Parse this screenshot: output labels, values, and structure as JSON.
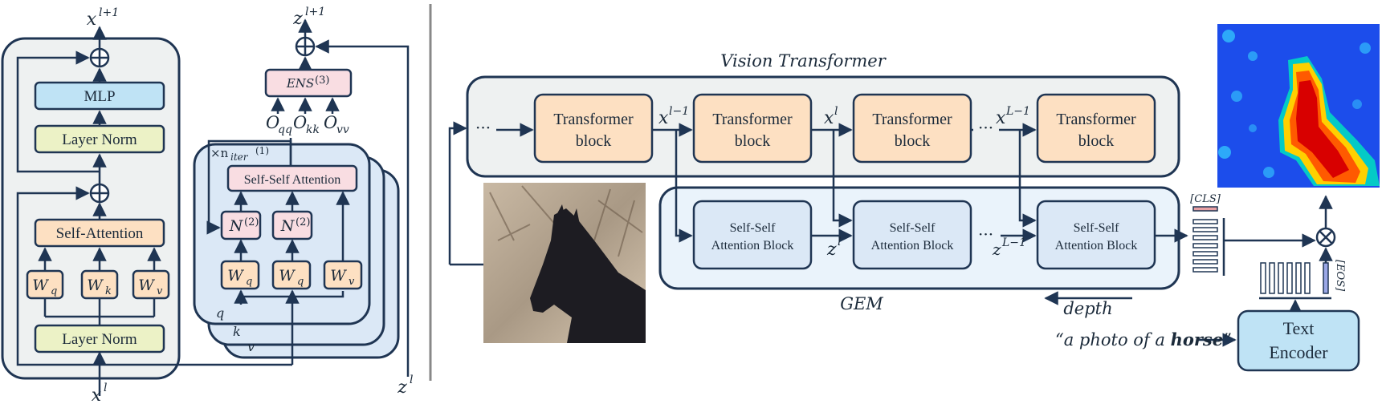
{
  "colors": {
    "stroke": "#1f3553",
    "outer_bg": "#eef1f1",
    "mlp_fill": "#bfe3f5",
    "norm_fill": "#ecf2c6",
    "attn_fill": "#fde0c2",
    "pink_fill": "#f9dde2",
    "pale_blue": "#dbe8f6",
    "gem_bg": "#eaf3fb",
    "text_encoder_fill": "#bfe3f5",
    "cls_token": "#e8a0a4",
    "eos_token": "#9aa7e6",
    "divider": "#888888"
  },
  "left_block": {
    "x_in": "x",
    "x_in_sup": "l",
    "x_out": "x",
    "x_out_sup": "l+1",
    "mlp_label": "MLP",
    "layer_norm_top": "Layer Norm",
    "self_attention_label": "Self-Attention",
    "layer_norm_bottom": "Layer Norm",
    "wq": "W",
    "wq_sub": "q",
    "wk": "W",
    "wk_sub": "k",
    "wv": "W",
    "wv_sub": "v"
  },
  "ssa_block": {
    "z_out": "z",
    "z_out_sup": "l+1",
    "z_in": "z",
    "z_in_sup": "l",
    "ens_label": "ENS",
    "ens_sup": "(3)",
    "oqq": "O",
    "oqq_sub": "qq",
    "okk": "O",
    "okk_sub": "kk",
    "ovv": "O",
    "ovv_sub": "vv",
    "iter_label": "×n",
    "iter_sub": "iter",
    "iter_sup": "(1)",
    "self_self_attention": "Self-Self Attention",
    "n1": "N",
    "n1_sup": "(2)",
    "n2": "N",
    "n2_sup": "(2)",
    "wq1": "W",
    "wq1_sub": "q",
    "wq2": "W",
    "wq2_sub": "q",
    "wv": "W",
    "wv_sub": "v",
    "stack_q": "q",
    "stack_k": "k",
    "stack_v": "v"
  },
  "right": {
    "vision_transformer_title": "Vision Transformer",
    "transformer_block_line1": "Transformer",
    "transformer_block_line2": "block",
    "ellipsis": "···",
    "x_lm1": "x",
    "x_lm1_sup": "l−1",
    "x_l": "x",
    "x_l_sup": "l",
    "x_Lm1": "x",
    "x_Lm1_sup": "L−1",
    "ssa_block_line1": "Self-Self",
    "ssa_block_line2": "Attention Block",
    "z_l": "z",
    "z_l_sup": "l",
    "z_Lm1": "z",
    "z_Lm1_sup": "L−1",
    "gem_label": "GEM",
    "depth_label": "depth",
    "cls_label": "[CLS]",
    "eos_label": "[EOS]",
    "prompt_text_pre": "“a photo of a ",
    "prompt_text_bold": "horse",
    "prompt_text_post": "”",
    "text_encoder_line1": "Text",
    "text_encoder_line2": "Encoder"
  }
}
